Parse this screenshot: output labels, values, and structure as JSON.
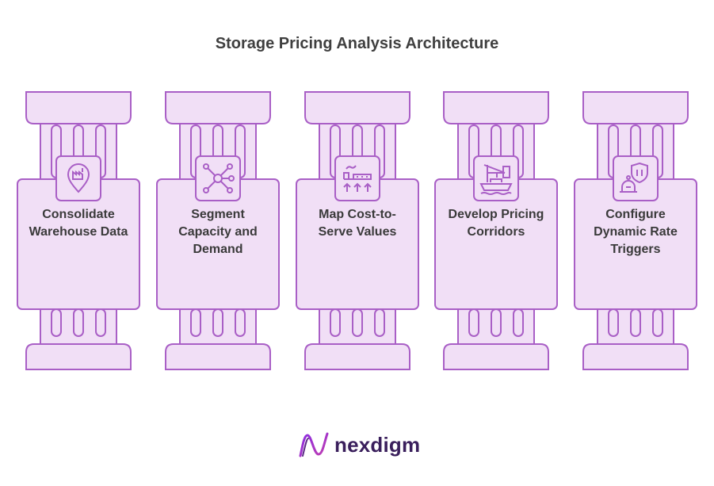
{
  "title": "Storage Pricing Analysis Architecture",
  "colors": {
    "fill": "#f1dff6",
    "stroke": "#a95fc6",
    "text": "#3a3a3a"
  },
  "steps": [
    {
      "label": "Consolidate Warehouse Data",
      "icon": "warehouse-location-icon"
    },
    {
      "label": "Segment Capacity and Demand",
      "icon": "network-nodes-icon"
    },
    {
      "label": "Map Cost-to-Serve Values",
      "icon": "factory-arrows-icon"
    },
    {
      "label": "Develop Pricing Corridors",
      "icon": "port-crane-icon"
    },
    {
      "label": "Configure Dynamic Rate Triggers",
      "icon": "alarm-shield-icon"
    }
  ],
  "logo": {
    "text": "nexdigm"
  }
}
